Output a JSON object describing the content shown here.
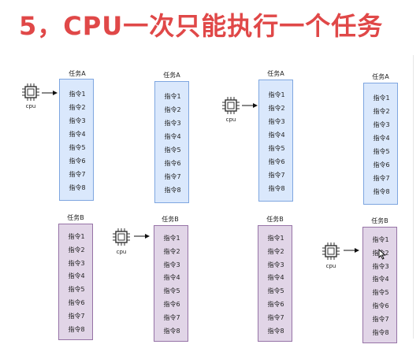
{
  "title": "5，CPU一次只能执行一个任务",
  "cpu_label": "cpu",
  "task_a_label": "任务A",
  "task_b_label": "任务B",
  "instructions": [
    "指令1",
    "指令2",
    "指令3",
    "指令4",
    "指令5",
    "指令6",
    "指令7",
    "指令8"
  ],
  "colors": {
    "title": "#e04848",
    "task_a_fill": "#dae8fc",
    "task_a_border": "#7ea6e0",
    "task_b_fill": "#e1d5e7",
    "task_b_border": "#9673a6"
  },
  "panels": [
    {
      "task": "A",
      "column": 1,
      "cpu_at_instruction": 1
    },
    {
      "task": "A",
      "column": 2,
      "cpu_at_instruction": null
    },
    {
      "task": "A",
      "column": 3,
      "cpu_at_instruction": 2
    },
    {
      "task": "A",
      "column": 4,
      "cpu_at_instruction": null
    },
    {
      "task": "B",
      "column": 1,
      "cpu_at_instruction": null
    },
    {
      "task": "B",
      "column": 2,
      "cpu_at_instruction": 1
    },
    {
      "task": "B",
      "column": 3,
      "cpu_at_instruction": null
    },
    {
      "task": "B",
      "column": 4,
      "cpu_at_instruction": 2
    }
  ]
}
